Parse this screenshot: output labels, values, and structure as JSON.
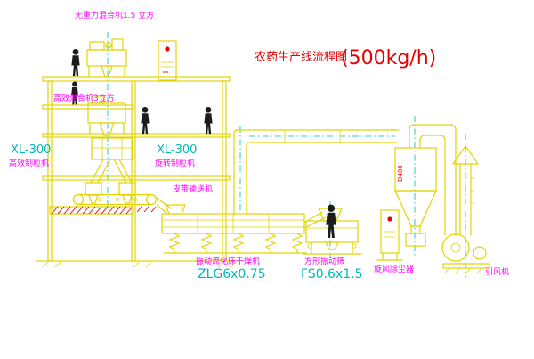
{
  "title": {
    "name": "农药生产线流程图",
    "capacity": "(500kg/h)"
  },
  "equipment_labels": {
    "top_mixer": "无重力混合机1.5 立方",
    "mid_mixer": "高效混合机3立方",
    "granulator_left": {
      "model": "XL-300",
      "name": "高效制粒机"
    },
    "granulator_right": {
      "model": "XL-300",
      "name": "旋转制粒机"
    },
    "belt_conveyor": "皮带输送机",
    "fluid_bed_dryer": {
      "name": "振动流化床干燥机",
      "model": "ZLG6x0.75"
    },
    "vibrating_sieve": {
      "name": "方形振动筛",
      "model": "FS0.6x1.5"
    },
    "cyclone": "旋风除尘器",
    "induced_draft_fan": "引风机",
    "duct_size": "D400"
  },
  "colors": {
    "line": "#e3d400",
    "model_text": "#00b8b8",
    "label_text": "#ff00ff",
    "title_text": "#e80000",
    "figure": "#1c1c1c",
    "background": "#ffffff"
  }
}
